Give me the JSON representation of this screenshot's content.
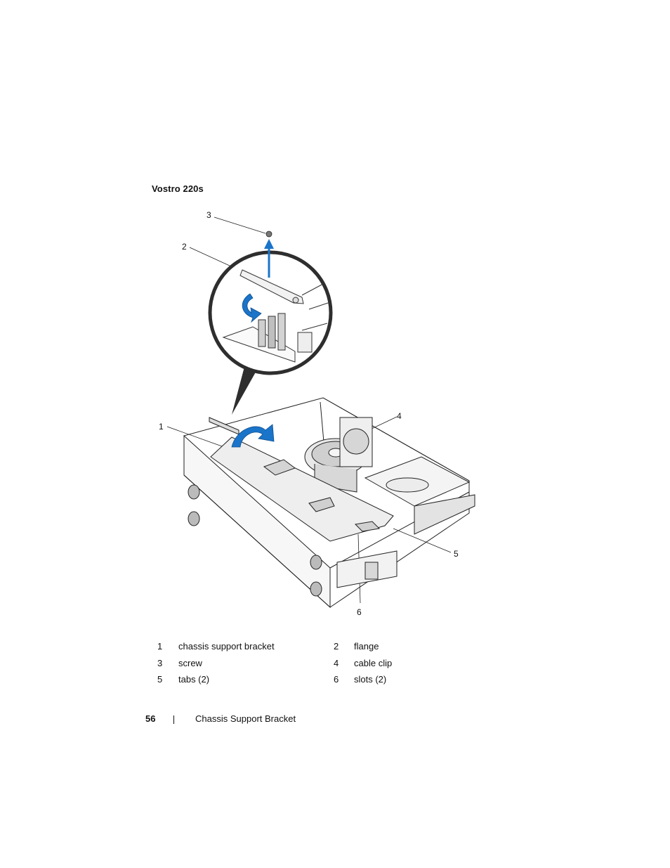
{
  "heading": "Vostro 220s",
  "callouts": [
    "1",
    "2",
    "3",
    "4",
    "5",
    "6"
  ],
  "legend": [
    {
      "num": "1",
      "text": "chassis support bracket",
      "num2": "2",
      "text2": "flange"
    },
    {
      "num": "3",
      "text": "screw",
      "num2": "4",
      "text2": "cable clip"
    },
    {
      "num": "5",
      "text": "tabs (2)",
      "num2": "6",
      "text2": "slots (2)"
    }
  ],
  "footer": {
    "page_number": "56",
    "section_title": "Chassis Support Bracket"
  },
  "colors": {
    "arrow": "#1a74c9",
    "line": "#222222",
    "shadow": "#3a3a3a"
  }
}
